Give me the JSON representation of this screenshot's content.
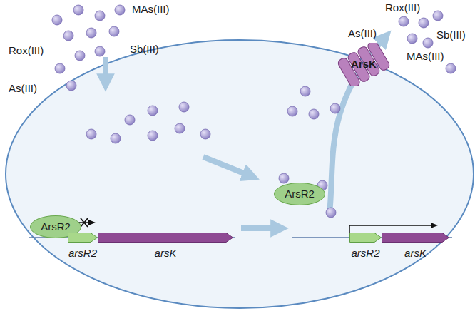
{
  "diagram": {
    "nodes": [
      {
        "text": [
          "ArsK"
        ]
      },
      {
        "text": [
          "ArsR2"
        ]
      },
      {
        "text": [
          "arsR2"
        ]
      },
      {
        "text": [
          "arsK"
        ]
      },
      {
        "text": [
          "ArsR2"
        ]
      },
      {
        "text": [
          "arsR2"
        ]
      },
      {
        "text": [
          "arsK"
        ]
      }
    ],
    "labels": [
      "MAs(III)",
      "Rox(III)",
      "Sb(III)",
      "As(III)",
      "Rox(III)",
      "As(III)",
      "Sb(III)",
      "MAs(III)"
    ]
  }
}
